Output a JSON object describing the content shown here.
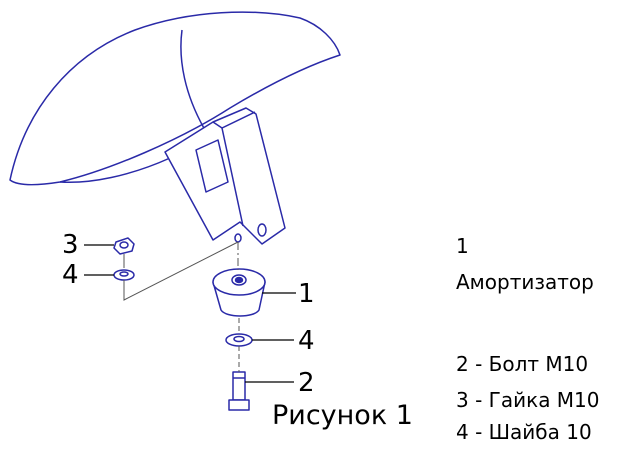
{
  "callouts": {
    "nut_top": "3",
    "washer_top": "4",
    "absorber": "1",
    "washer_bottom": "4",
    "bolt": "2"
  },
  "legend": {
    "item1_number": "1",
    "item1_name": "Амортизатор",
    "item2": "2 - Болт М10",
    "item3": "3 - Гайка М10",
    "item4": "4 - Шайба 10"
  },
  "caption": "Рисунок 1",
  "colors": {
    "part_outline": "#2a2aa8",
    "leader_line": "#000000",
    "assembly_line": "#555555"
  },
  "icons": {
    "seat": "motorcycle-seat-shape",
    "bracket": "mounting-bracket-shape",
    "absorber": "shock-absorber-shape",
    "nut": "hex-nut-shape",
    "washer": "washer-shape",
    "bolt": "bolt-shape"
  }
}
